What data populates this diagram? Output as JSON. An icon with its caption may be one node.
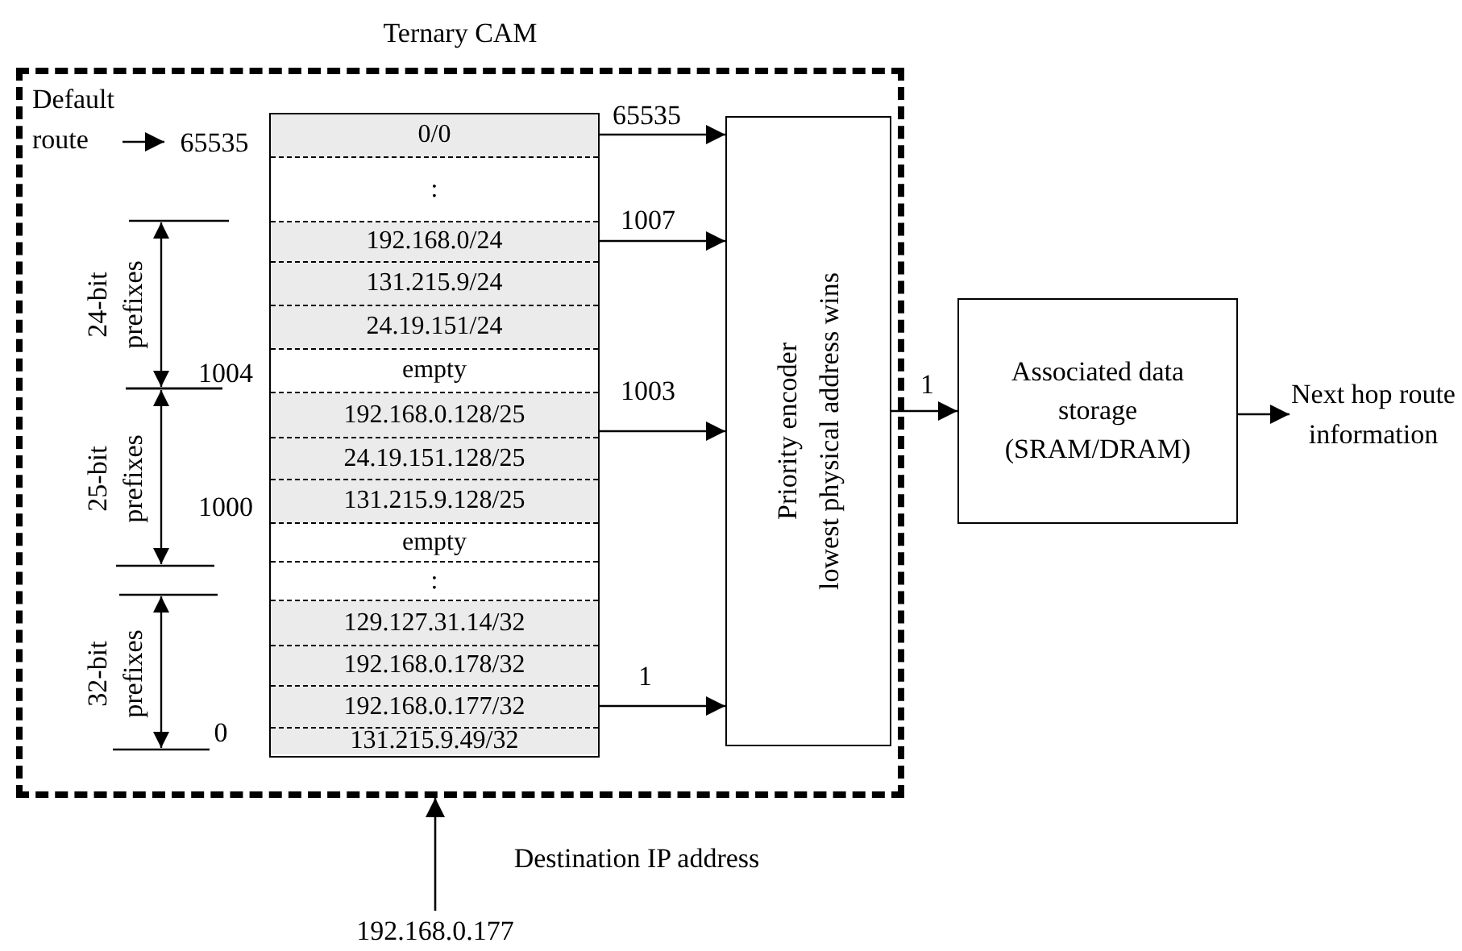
{
  "diagram": {
    "nodes": [
      {
        "text": [
          "Ternary CAM"
        ]
      },
      {
        "text": [],
        "shape": "box",
        "in": 0
      },
      {
        "text": [
          "0/0"
        ],
        "in": 1
      },
      {
        "text": [
          ":"
        ],
        "in": 1
      },
      {
        "text": [
          "192.168.0/24"
        ],
        "in": 1
      },
      {
        "text": [
          "131.215.9/24"
        ],
        "in": 1
      },
      {
        "text": [
          "24.19.151/24"
        ],
        "in": 1
      },
      {
        "text": [
          "empty"
        ],
        "in": 1
      },
      {
        "text": [
          "192.168.0.128/25"
        ],
        "in": 1
      },
      {
        "text": [
          "24.19.151.128/25"
        ],
        "in": 1
      },
      {
        "text": [
          "131.215.9.128/25"
        ],
        "in": 1
      },
      {
        "text": [
          "empty"
        ],
        "in": 1
      },
      {
        "text": [
          ":"
        ],
        "in": 1
      },
      {
        "text": [
          "129.127.31.14/32"
        ],
        "in": 1
      },
      {
        "text": [
          "192.168.0.178/32"
        ],
        "in": 1
      },
      {
        "text": [
          "192.168.0.177/32"
        ],
        "in": 1
      },
      {
        "text": [
          "131.215.9.49/32"
        ],
        "in": 1
      },
      {
        "text": [
          "Priority encoder",
          "lowest physical address wins"
        ],
        "in": 0
      },
      {
        "text": [
          "Associated data storage (SRAM/DRAM)"
        ]
      },
      {
        "text": [
          "Next hop route information"
        ]
      },
      {
        "text": [
          "192.168.0.177"
        ]
      },
      {
        "text": [
          "Default route"
        ],
        "in": 0
      },
      {
        "text": [
          "65535"
        ],
        "in": 0
      }
    ],
    "edges": [
      {
        "from": 2,
        "to": 17,
        "arrow": "to",
        "label": "65535"
      },
      {
        "from": 4,
        "to": 17,
        "arrow": "to",
        "label": "1007"
      },
      {
        "from": 8,
        "to": 17,
        "arrow": "to",
        "label": "1003"
      },
      {
        "from": 15,
        "to": 17,
        "arrow": "to",
        "label": "1"
      },
      {
        "from": 17,
        "to": 18,
        "arrow": "to",
        "label": "1"
      },
      {
        "from": 18,
        "to": 19,
        "arrow": "to"
      },
      {
        "from": 20,
        "to": 0,
        "arrow": "to"
      },
      {
        "from": 21,
        "to": 22,
        "arrow": "to"
      }
    ],
    "labels": [
      "24-bit prefixes",
      "1004",
      "25-bit prefixes",
      "1000",
      "32-bit prefixes",
      "0",
      "Destination IP address"
    ]
  }
}
